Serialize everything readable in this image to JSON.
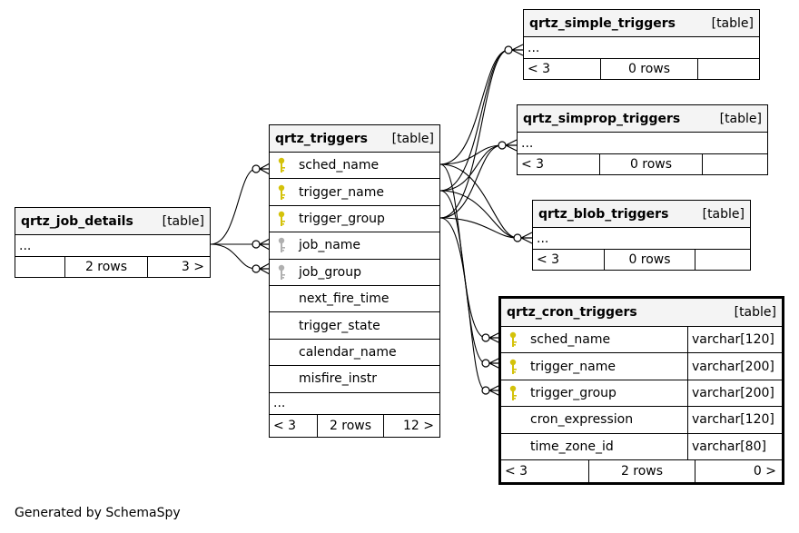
{
  "tables": {
    "job_details": {
      "name": "qrtz_job_details",
      "kind": "[table]",
      "ellipsis": "...",
      "prev": "",
      "rows": "2 rows",
      "next": "3 >"
    },
    "triggers": {
      "name": "qrtz_triggers",
      "kind": "[table]",
      "columns": [
        "sched_name",
        "trigger_name",
        "trigger_group",
        "job_name",
        "job_group",
        "next_fire_time",
        "trigger_state",
        "calendar_name",
        "misfire_instr"
      ],
      "ellipsis": "...",
      "prev": "< 3",
      "rows": "2 rows",
      "next": "12 >"
    },
    "simple_triggers": {
      "name": "qrtz_simple_triggers",
      "kind": "[table]",
      "ellipsis": "...",
      "prev": "< 3",
      "rows": "0 rows",
      "next": ""
    },
    "simprop_triggers": {
      "name": "qrtz_simprop_triggers",
      "kind": "[table]",
      "ellipsis": "...",
      "prev": "< 3",
      "rows": "0 rows",
      "next": ""
    },
    "blob_triggers": {
      "name": "qrtz_blob_triggers",
      "kind": "[table]",
      "ellipsis": "...",
      "prev": "< 3",
      "rows": "0 rows",
      "next": ""
    },
    "cron_triggers": {
      "name": "qrtz_cron_triggers",
      "kind": "[table]",
      "columns": [
        "sched_name",
        "trigger_name",
        "trigger_group",
        "cron_expression",
        "time_zone_id"
      ],
      "types": [
        "varchar[120]",
        "varchar[200]",
        "varchar[200]",
        "varchar[120]",
        "varchar[80]"
      ],
      "prev": "< 3",
      "rows": "2 rows",
      "next": "0 >"
    }
  },
  "key_colors": {
    "primary": "#d4c20a",
    "foreign": "#b0b0b0"
  },
  "footer": "Generated by SchemaSpy"
}
